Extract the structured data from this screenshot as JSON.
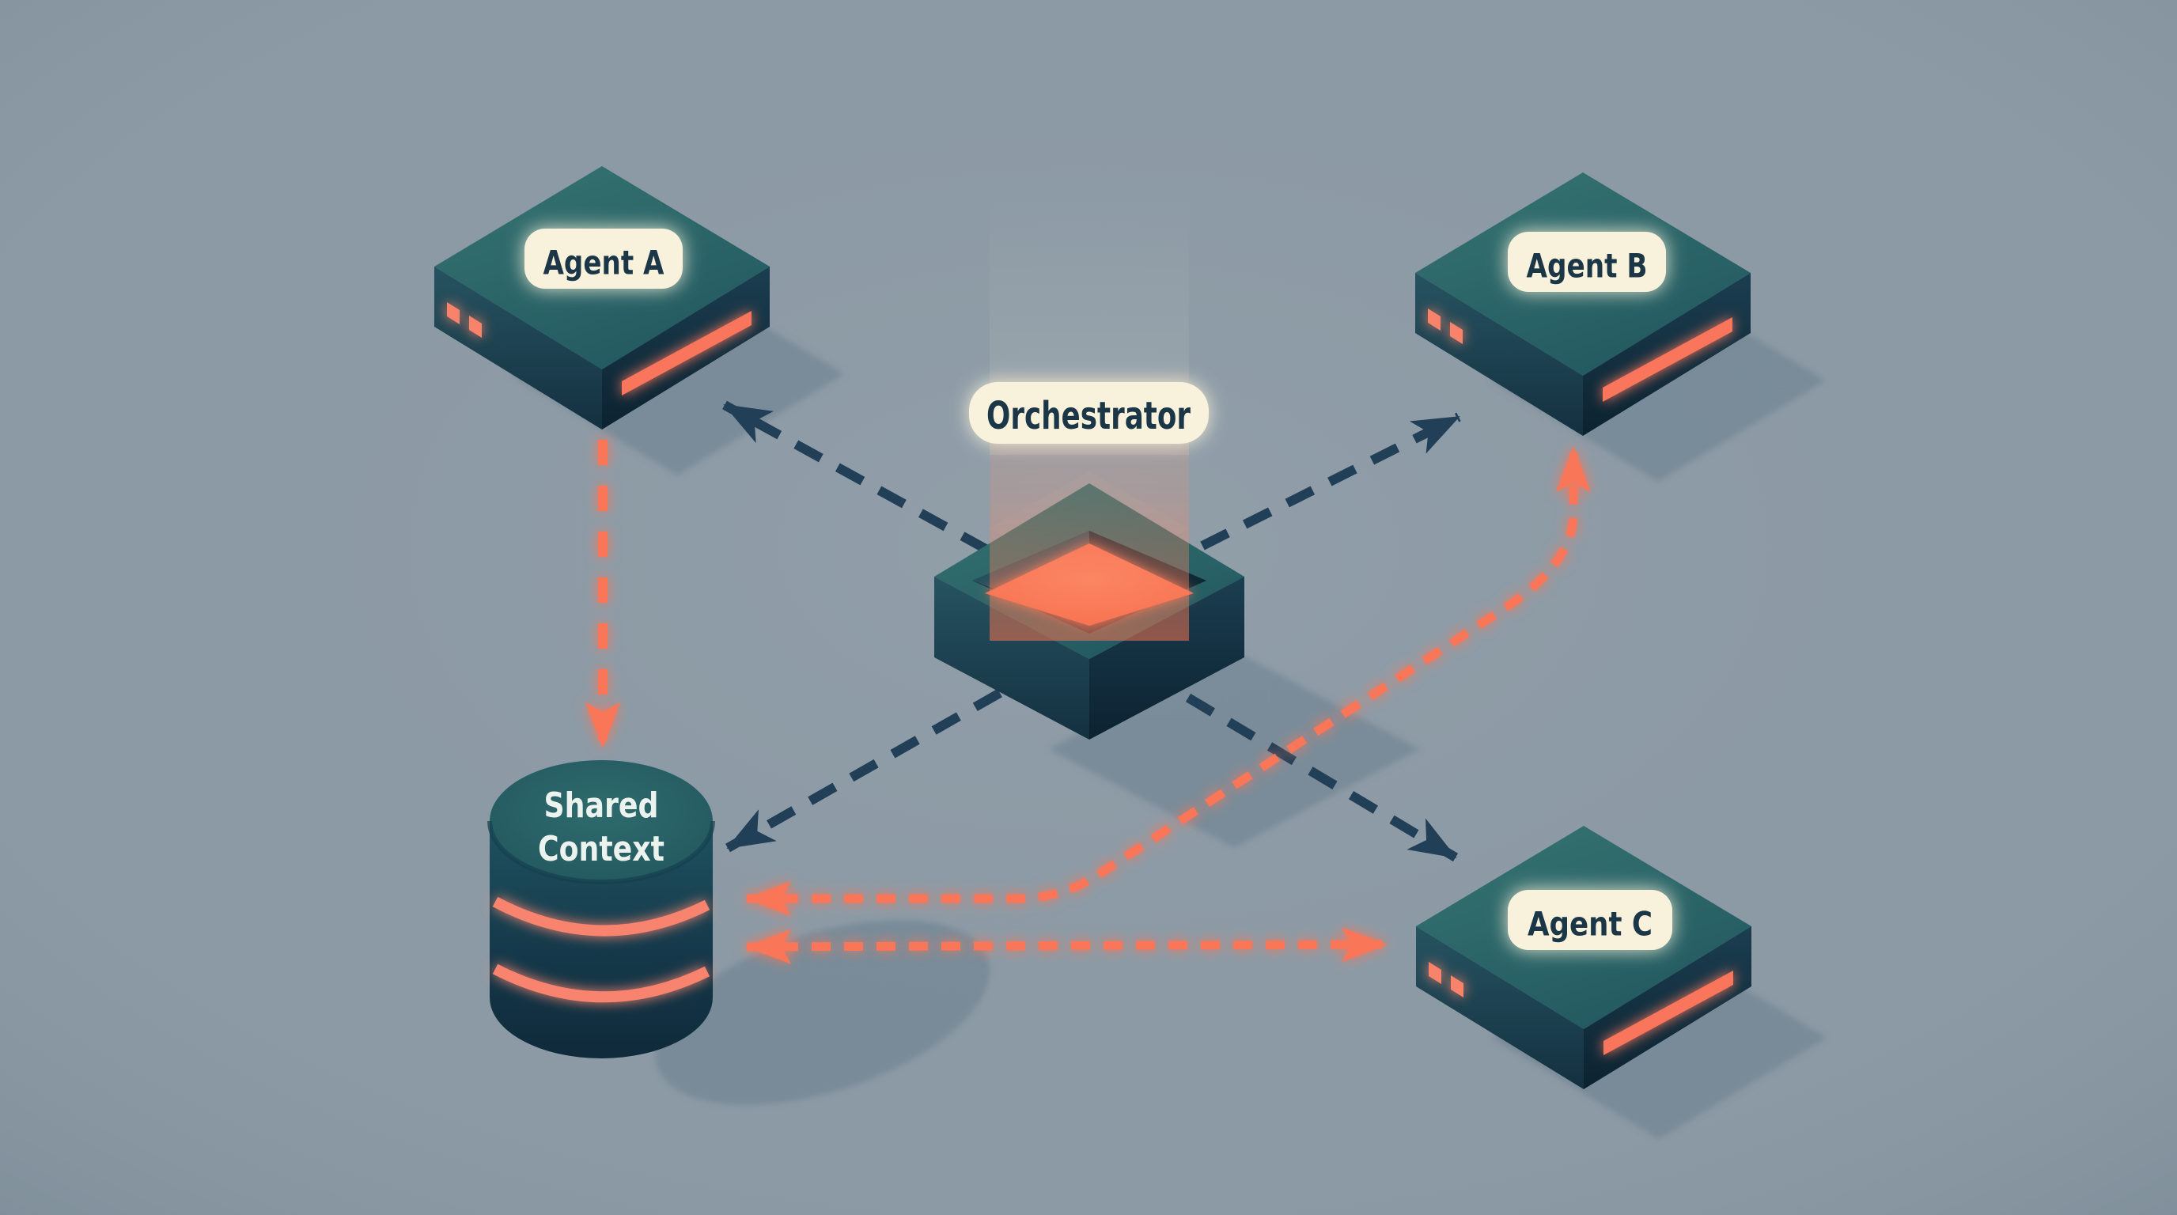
{
  "diagram": {
    "scene": "isometric multi-agent architecture illustration",
    "background_color": "#8C9AA5",
    "accent_orange": "#F97659",
    "glow_orange": "#FB8265",
    "arrow_dark_color": "#223F58",
    "label_pill_color": "#F8F1DB",
    "label_text_color": "#1B3646",
    "device_text_color": "#ECF3EF",
    "nodes": {
      "agent_a": {
        "label": "Agent A",
        "type": "server box with status LEDs and glowing drive slot"
      },
      "agent_b": {
        "label": "Agent B",
        "type": "server box with status LEDs and glowing drive slot"
      },
      "agent_c": {
        "label": "Agent C",
        "type": "server box with status LEDs and glowing drive slot"
      },
      "orchestrator": {
        "label": "Orchestrator",
        "type": "open isometric cube with glowing core and light beam"
      },
      "shared_context": {
        "label_line1": "Shared",
        "label_line2": "Context",
        "type": "database cylinder with glowing seams"
      }
    },
    "edges": [
      {
        "from": "orchestrator",
        "to": "agent_a",
        "style": "dashed",
        "color": "dark-navy",
        "arrowheads": "single"
      },
      {
        "from": "orchestrator",
        "to": "agent_b",
        "style": "dashed",
        "color": "dark-navy",
        "arrowheads": "single"
      },
      {
        "from": "orchestrator",
        "to": "shared_context",
        "style": "dashed",
        "color": "dark-navy",
        "arrowheads": "single"
      },
      {
        "from": "orchestrator",
        "to": "agent_c",
        "style": "dashed",
        "color": "dark-navy",
        "arrowheads": "single"
      },
      {
        "from": "agent_a",
        "to": "shared_context",
        "style": "dashed",
        "color": "orange",
        "arrowheads": "single"
      },
      {
        "from": "shared_context",
        "to": "agent_b",
        "style": "dashed",
        "color": "orange",
        "arrowheads": "double"
      },
      {
        "from": "shared_context",
        "to": "agent_c",
        "style": "dashed",
        "color": "orange",
        "arrowheads": "double"
      }
    ]
  }
}
